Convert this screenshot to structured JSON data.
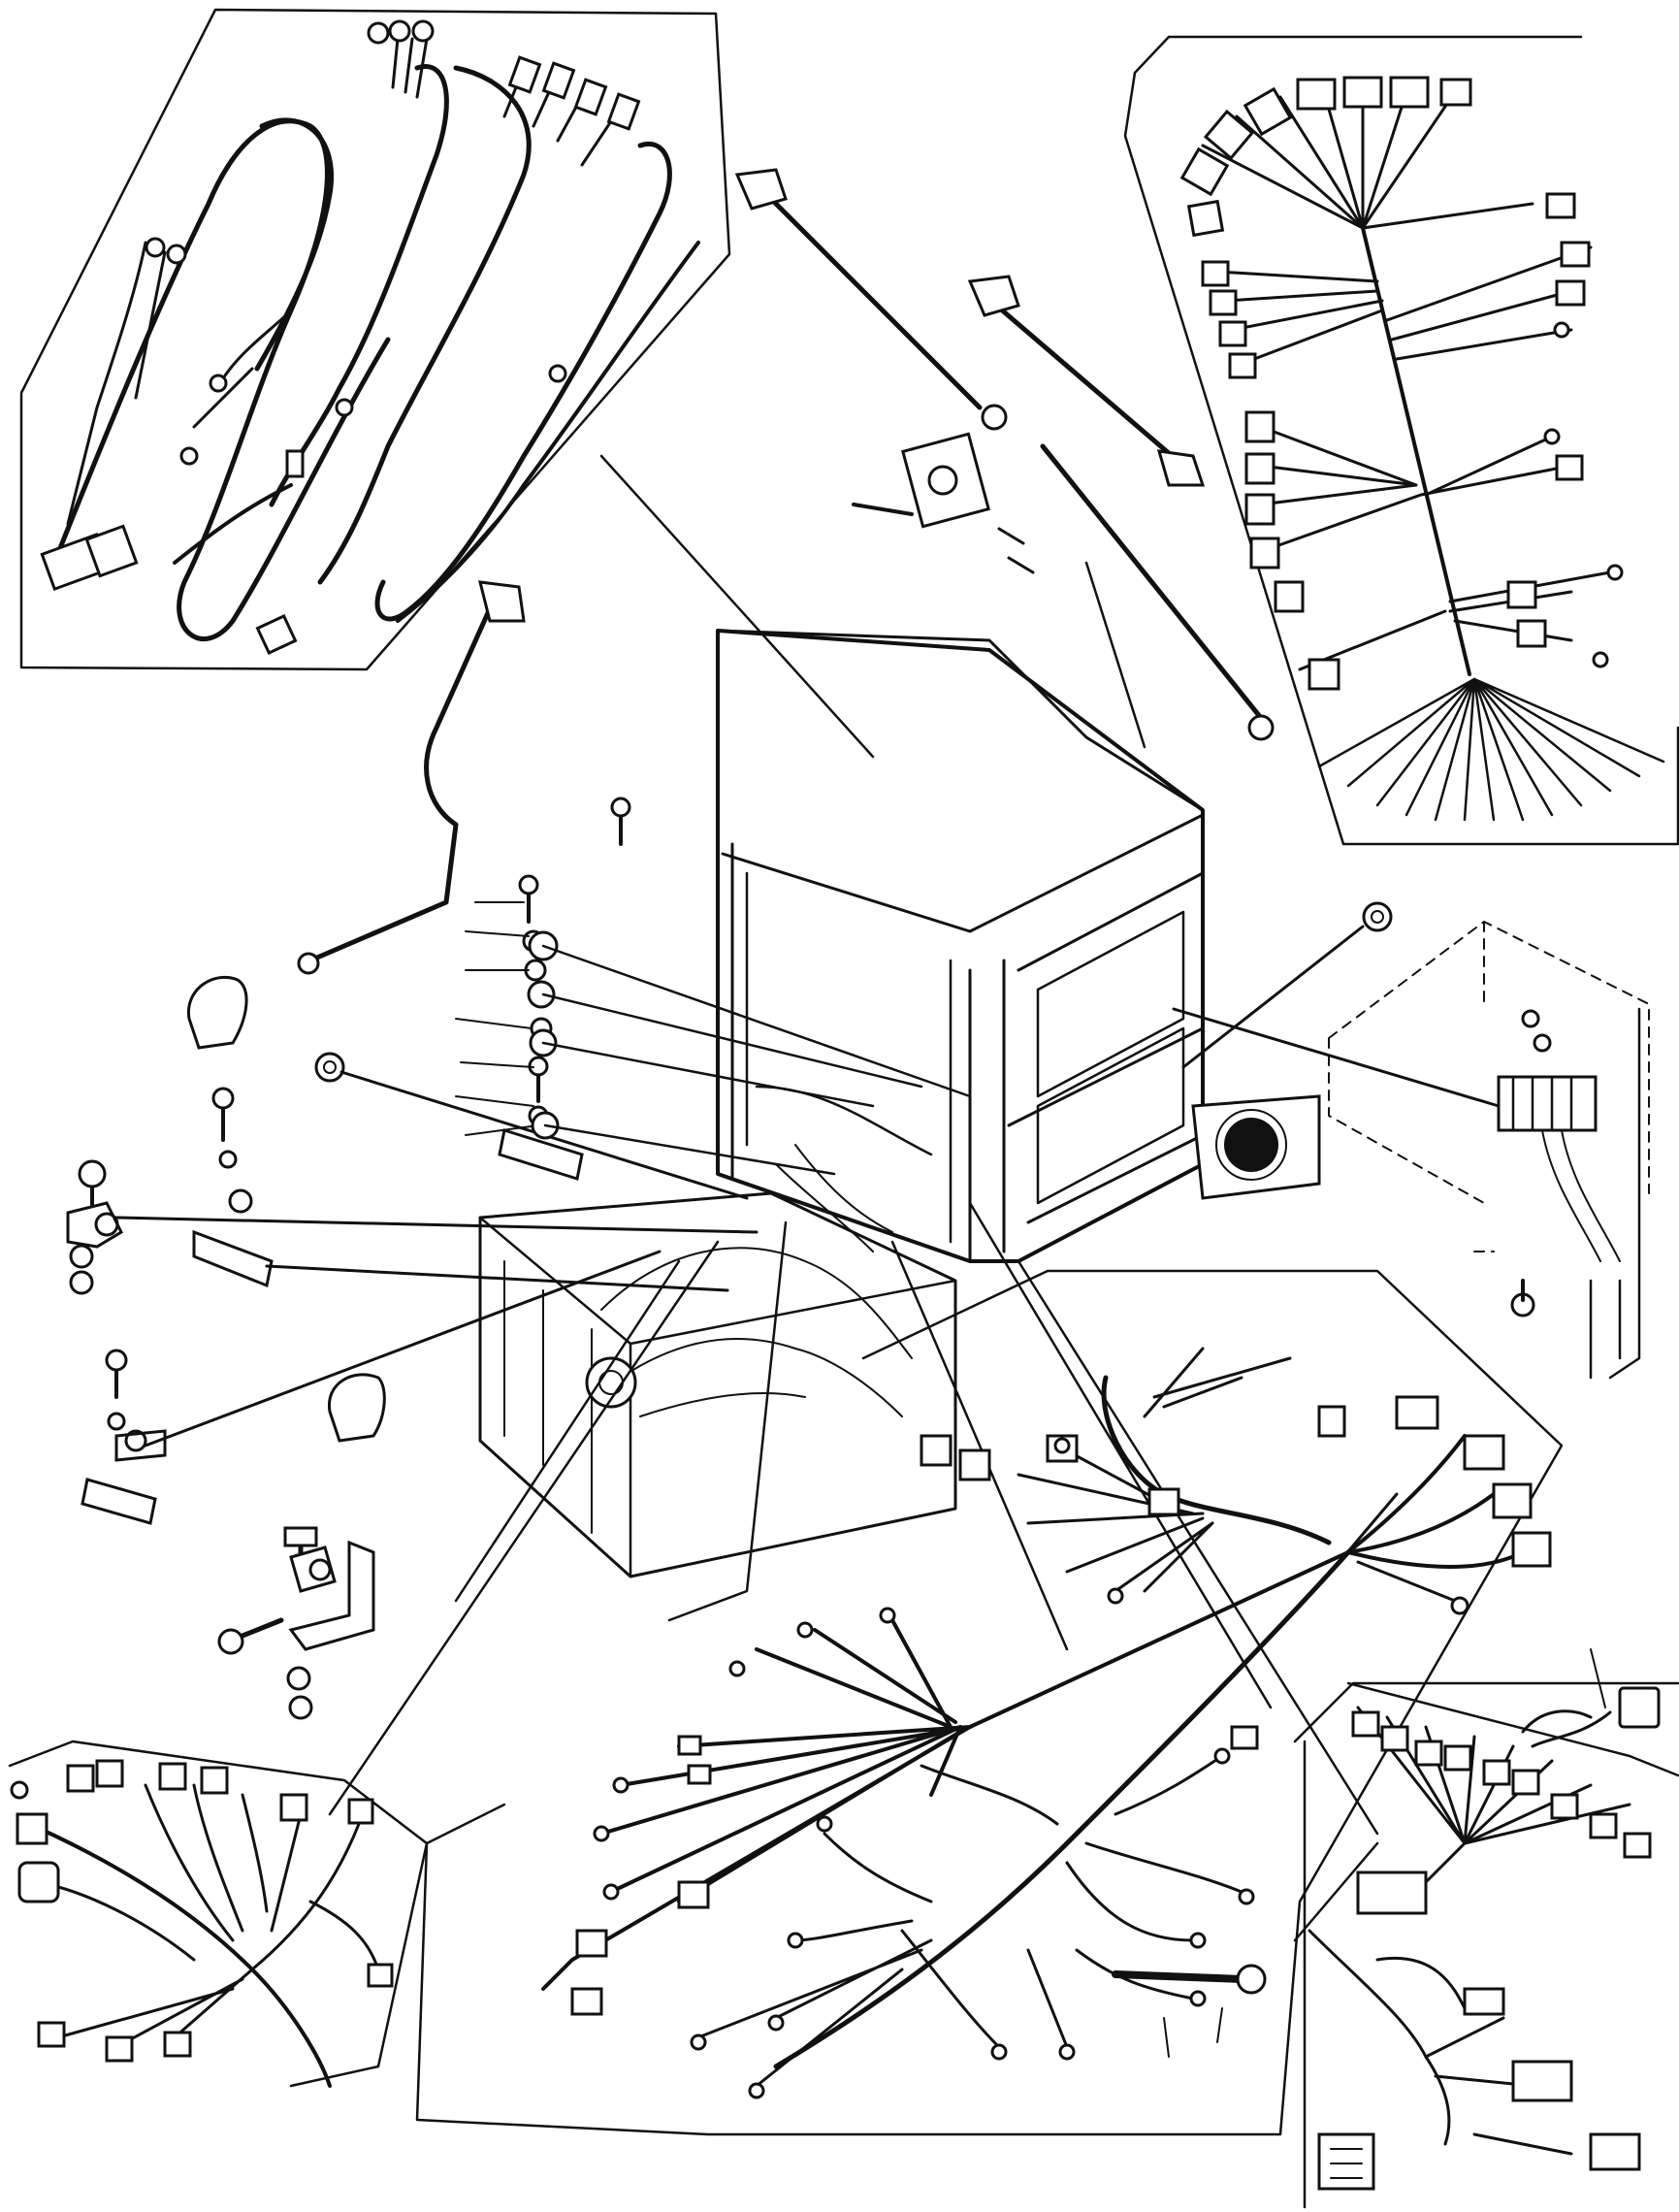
{
  "figure": {
    "kind": "exploded-parts-diagram",
    "ink_color": "#111111",
    "paper_color": "#ffffff"
  },
  "callouts": [
    {
      "id": "harness-top-left",
      "icon": "wire-harness-icon"
    },
    {
      "id": "harness-top-right",
      "icon": "wire-harness-icon"
    },
    {
      "id": "harness-bottom-left",
      "icon": "wire-harness-icon"
    },
    {
      "id": "harness-bottom-center",
      "icon": "wire-harness-icon"
    },
    {
      "id": "harness-bottom-right",
      "icon": "wire-harness-icon"
    },
    {
      "id": "relay-bracket-right",
      "icon": "relay-block-icon"
    }
  ],
  "parts": [
    {
      "id": "battery-cable",
      "icon": "battery-cable-icon"
    },
    {
      "id": "disconnect-switch",
      "icon": "switch-icon"
    },
    {
      "id": "battery-terminals",
      "icon": "terminal-icon"
    },
    {
      "id": "cab-frame",
      "icon": "cab-frame-icon"
    },
    {
      "id": "bolts-and-washers",
      "icon": "bolt-icon"
    },
    {
      "id": "mounting-clamp",
      "icon": "clamp-icon"
    },
    {
      "id": "grommet",
      "icon": "grommet-icon"
    },
    {
      "id": "speaker",
      "icon": "speaker-icon"
    }
  ]
}
